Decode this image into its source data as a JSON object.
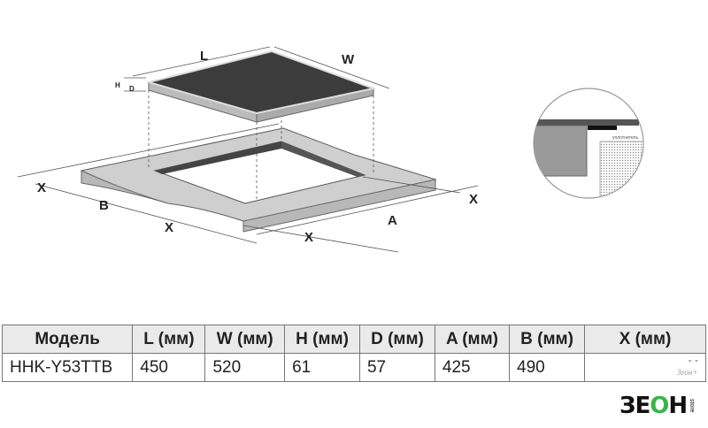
{
  "diagram": {
    "labels": {
      "L": "L",
      "W": "W",
      "H": "H",
      "D": "D",
      "A": "A",
      "B": "B",
      "X": "X"
    },
    "detail_label": "уплотнитель"
  },
  "table": {
    "headers": [
      "Модель",
      "L (мм)",
      "W (мм)",
      "H (мм)",
      "D (мм)",
      "A (мм)",
      "B (мм)",
      "X (мм)"
    ],
    "rows": [
      [
        "HHK-Y53TTB",
        "450",
        "520",
        "61",
        "57",
        "425",
        "490",
        "- -"
      ]
    ]
  },
  "watermark": "Зеон+",
  "logo": {
    "main_a": "ЗЕ",
    "main_o": "О",
    "main_b": "Н",
    "sub": "store"
  }
}
